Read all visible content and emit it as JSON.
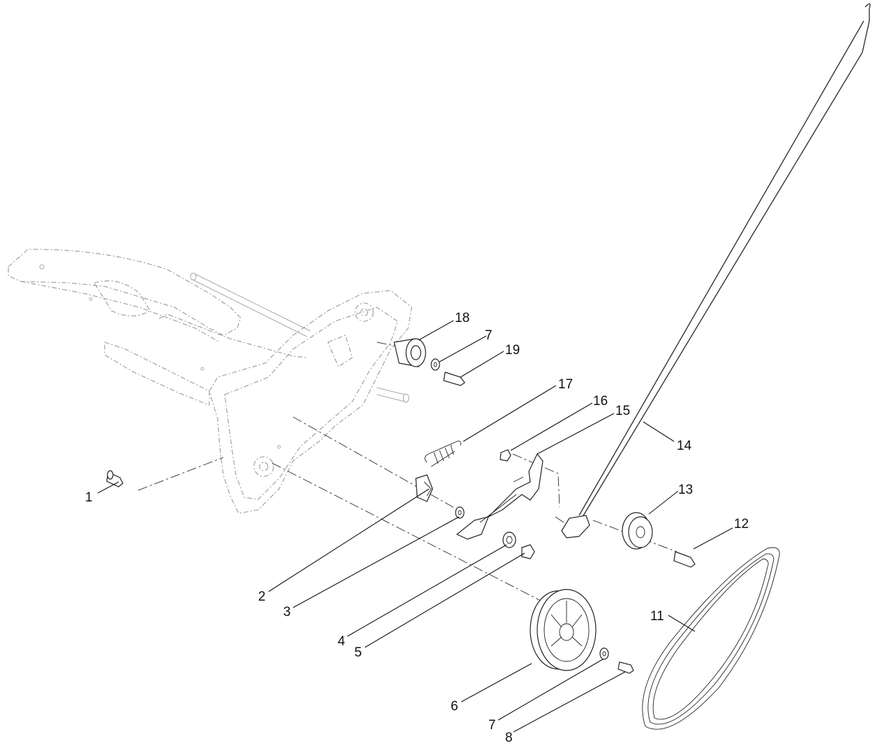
{
  "diagram": {
    "callouts": [
      {
        "id": "c1",
        "text": "1"
      },
      {
        "id": "c2",
        "text": "2"
      },
      {
        "id": "c3",
        "text": "3"
      },
      {
        "id": "c4",
        "text": "4"
      },
      {
        "id": "c5",
        "text": "5"
      },
      {
        "id": "c6",
        "text": "6"
      },
      {
        "id": "c7a",
        "text": "7"
      },
      {
        "id": "c7b",
        "text": "7"
      },
      {
        "id": "c8",
        "text": "8"
      },
      {
        "id": "c11",
        "text": "11"
      },
      {
        "id": "c12",
        "text": "12"
      },
      {
        "id": "c13",
        "text": "13"
      },
      {
        "id": "c14",
        "text": "14"
      },
      {
        "id": "c15",
        "text": "15"
      },
      {
        "id": "c16",
        "text": "16"
      },
      {
        "id": "c17",
        "text": "17"
      },
      {
        "id": "c18",
        "text": "18"
      },
      {
        "id": "c19",
        "text": "19"
      }
    ]
  }
}
